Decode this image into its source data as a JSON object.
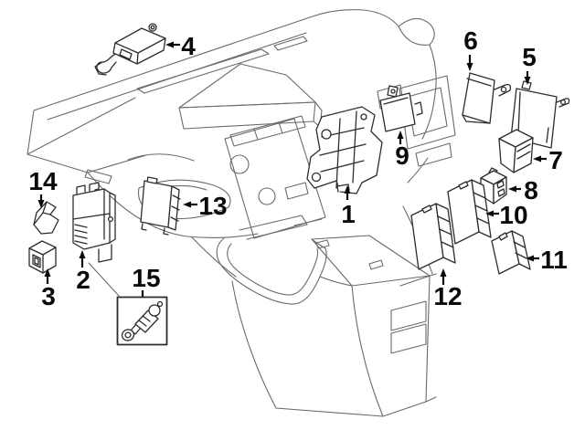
{
  "colors": {
    "background": "#ffffff",
    "dash_line": "#6a6a6a",
    "part_line": "#2c2c2c",
    "label": "#0a0a0a"
  },
  "callouts": [
    {
      "label": "1"
    },
    {
      "label": "2"
    },
    {
      "label": "3"
    },
    {
      "label": "4"
    },
    {
      "label": "5"
    },
    {
      "label": "6"
    },
    {
      "label": "7"
    },
    {
      "label": "8"
    },
    {
      "label": "9"
    },
    {
      "label": "10"
    },
    {
      "label": "11"
    },
    {
      "label": "12"
    },
    {
      "label": "13"
    },
    {
      "label": "14"
    },
    {
      "label": "15"
    }
  ]
}
